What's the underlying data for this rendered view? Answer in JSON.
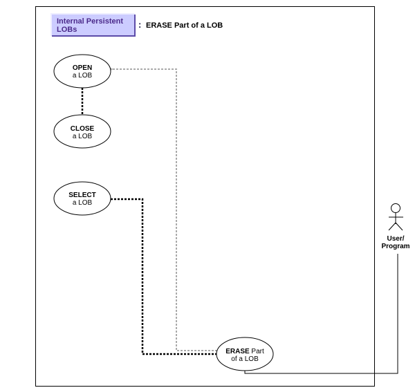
{
  "header": {
    "category_label_line1": "Internal Persistent",
    "category_label_line2": "LOBs",
    "separator": ":",
    "title": "ERASE Part of a LOB",
    "category_fill": "#ccccff",
    "category_text_color": "#4b2a8a"
  },
  "use_cases": {
    "open": {
      "main": "OPEN",
      "rest": "a LOB"
    },
    "close": {
      "main": "CLOSE",
      "rest": "a LOB"
    },
    "select": {
      "main": "SELECT",
      "rest": "a LOB"
    },
    "erase": {
      "main": "ERASE",
      "rest": " Part",
      "line2": "of a LOB"
    }
  },
  "actor": {
    "line1": "User/",
    "line2": "Program"
  }
}
